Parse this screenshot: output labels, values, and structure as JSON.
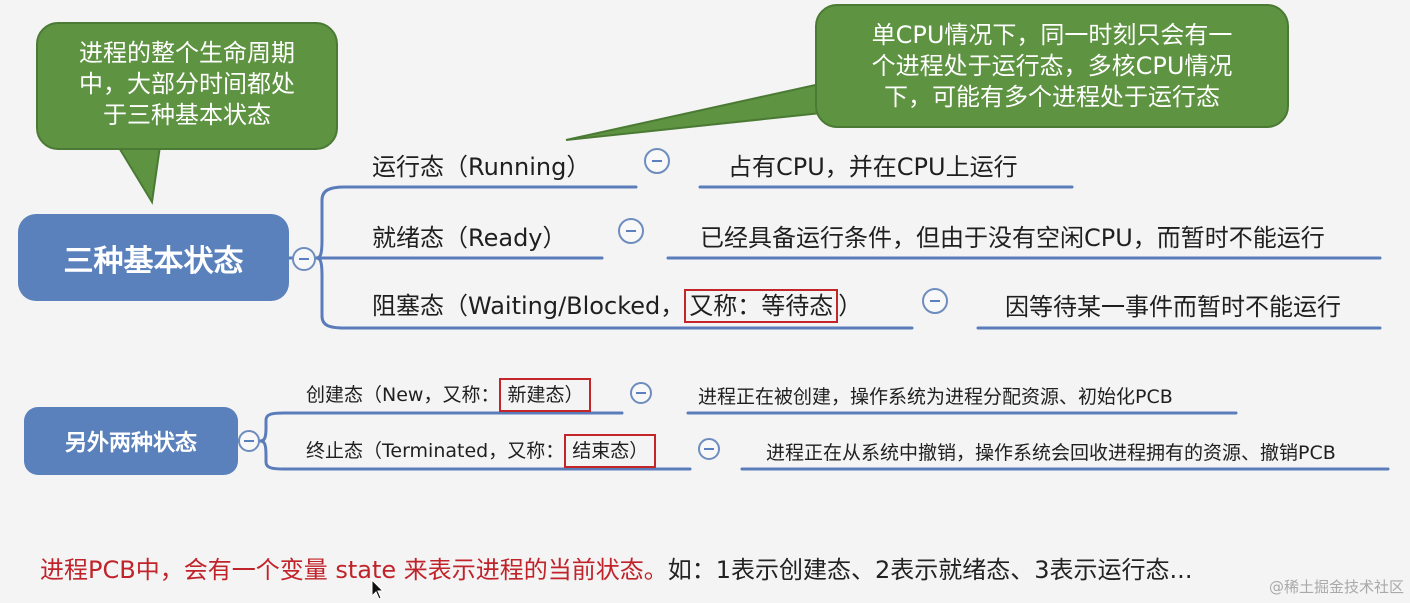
{
  "bubble_left": {
    "lines": [
      "进程的整个生命周期",
      "中，大部分时间都处",
      "于三种基本状态"
    ]
  },
  "bubble_right": {
    "lines": [
      "单CPU情况下，同一时刻只会有一",
      "个进程处于运行态，多核CPU情况",
      "下，可能有多个进程处于运行态"
    ]
  },
  "main_node": {
    "label": "三种基本状态"
  },
  "main_states": [
    {
      "label": "运行态（Running）",
      "desc": "占有CPU，并在CPU上运行"
    },
    {
      "label": "就绪态（Ready）",
      "desc": "已经具备运行条件，但由于没有空闲CPU，而暂时不能运行"
    },
    {
      "label_pre": "阻塞态（Waiting/Blocked，",
      "label_hl": "又称：等待态",
      "label_post": "）",
      "desc": "因等待某一事件而暂时不能运行"
    }
  ],
  "other_node": {
    "label": "另外两种状态"
  },
  "other_states": [
    {
      "label_pre": "创建态（New，又称：",
      "label_hl": "新建态）",
      "desc": "进程正在被创建，操作系统为进程分配资源、初始化PCB"
    },
    {
      "label_pre": "终止态（Terminated，又称：",
      "label_hl": "结束态）",
      "desc": "进程正在从系统中撤销，操作系统会回收进程拥有的资源、撤销PCB"
    }
  ],
  "footer": {
    "red_text": "进程PCB中，会有一个变量 state 来表示进程的当前状态。",
    "black_text": "如：1表示创建态、2表示就绪态、3表示运行态..."
  },
  "watermark": "@稀土掘金技术社区",
  "colors": {
    "bubble_green": "#5d9341",
    "node_blue": "#5b81bd",
    "line_blue": "#5a7cbb",
    "highlight_red": "#c32528"
  }
}
